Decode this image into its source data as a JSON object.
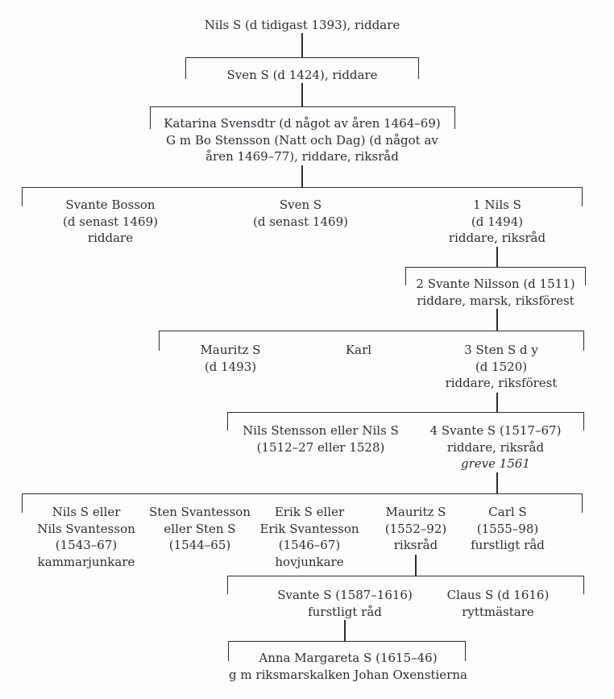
{
  "colors": {
    "ink": "#2c2e37",
    "paper": "#fdfdfc"
  },
  "persons": {
    "nils_s_1393": {
      "lines": [
        "Nils S (d tidigast 1393), riddare"
      ]
    },
    "sven_s_1424": {
      "lines": [
        "Sven S (d 1424), riddare"
      ]
    },
    "katarina": {
      "lines": [
        "Katarina Svensdtr (d något av åren 1464–69)",
        "G m Bo Stensson (Natt och Dag) (d något av",
        "åren 1469–77), riddare, riksråd"
      ]
    },
    "svante_bosson": {
      "lines": [
        "Svante Bosson",
        "(d senast 1469)",
        "riddare"
      ]
    },
    "sven_s_1469": {
      "lines": [
        "Sven S",
        "(d senast 1469)"
      ]
    },
    "nils_s_1": {
      "lines": [
        "1 Nils S",
        "(d 1494)",
        "riddare, riksråd"
      ]
    },
    "svante_nilsson_2": {
      "lines": [
        "2 Svante Nilsson (d 1511)",
        "riddare, marsk, riksförest"
      ]
    },
    "mauritz_s_1493": {
      "lines": [
        "Mauritz S",
        "(d 1493)"
      ]
    },
    "karl": {
      "lines": [
        "Karl"
      ]
    },
    "sten_s_3": {
      "lines": [
        "3 Sten S d y",
        "(d 1520)",
        "riddare, riksförest"
      ]
    },
    "nils_stensson": {
      "lines": [
        "Nils Stensson eller Nils S",
        "(1512–27 eller 1528)"
      ]
    },
    "svante_s_4": {
      "lines": [
        "4 Svante S (1517–67)",
        "riddare, riksråd"
      ],
      "italic_line": "greve 1561"
    },
    "nils_s_eller": {
      "lines": [
        "Nils S eller",
        "Nils Svantesson",
        "(1543–67)",
        "kammarjunkare"
      ]
    },
    "sten_svantesson": {
      "lines": [
        "Sten Svantesson",
        "eller Sten S",
        "(1544–65)"
      ]
    },
    "erik_s": {
      "lines": [
        "Erik S eller",
        "Erik Svantesson",
        "(1546–67)",
        "hovjunkare"
      ]
    },
    "mauritz_s_1552": {
      "lines": [
        "Mauritz S",
        "(1552–92)",
        "riksråd"
      ]
    },
    "carl_s": {
      "lines": [
        "Carl S",
        "(1555–98)",
        "furstligt råd"
      ]
    },
    "svante_s_1587": {
      "lines": [
        "Svante S (1587–1616)",
        "furstligt råd"
      ]
    },
    "claus_s": {
      "lines": [
        "Claus S (d 1616)",
        "ryttmästare"
      ]
    },
    "anna_margareta": {
      "lines": [
        "Anna Margareta S (1615–46)",
        "g m riksmarskalken Johan Oxenstierna"
      ]
    }
  }
}
